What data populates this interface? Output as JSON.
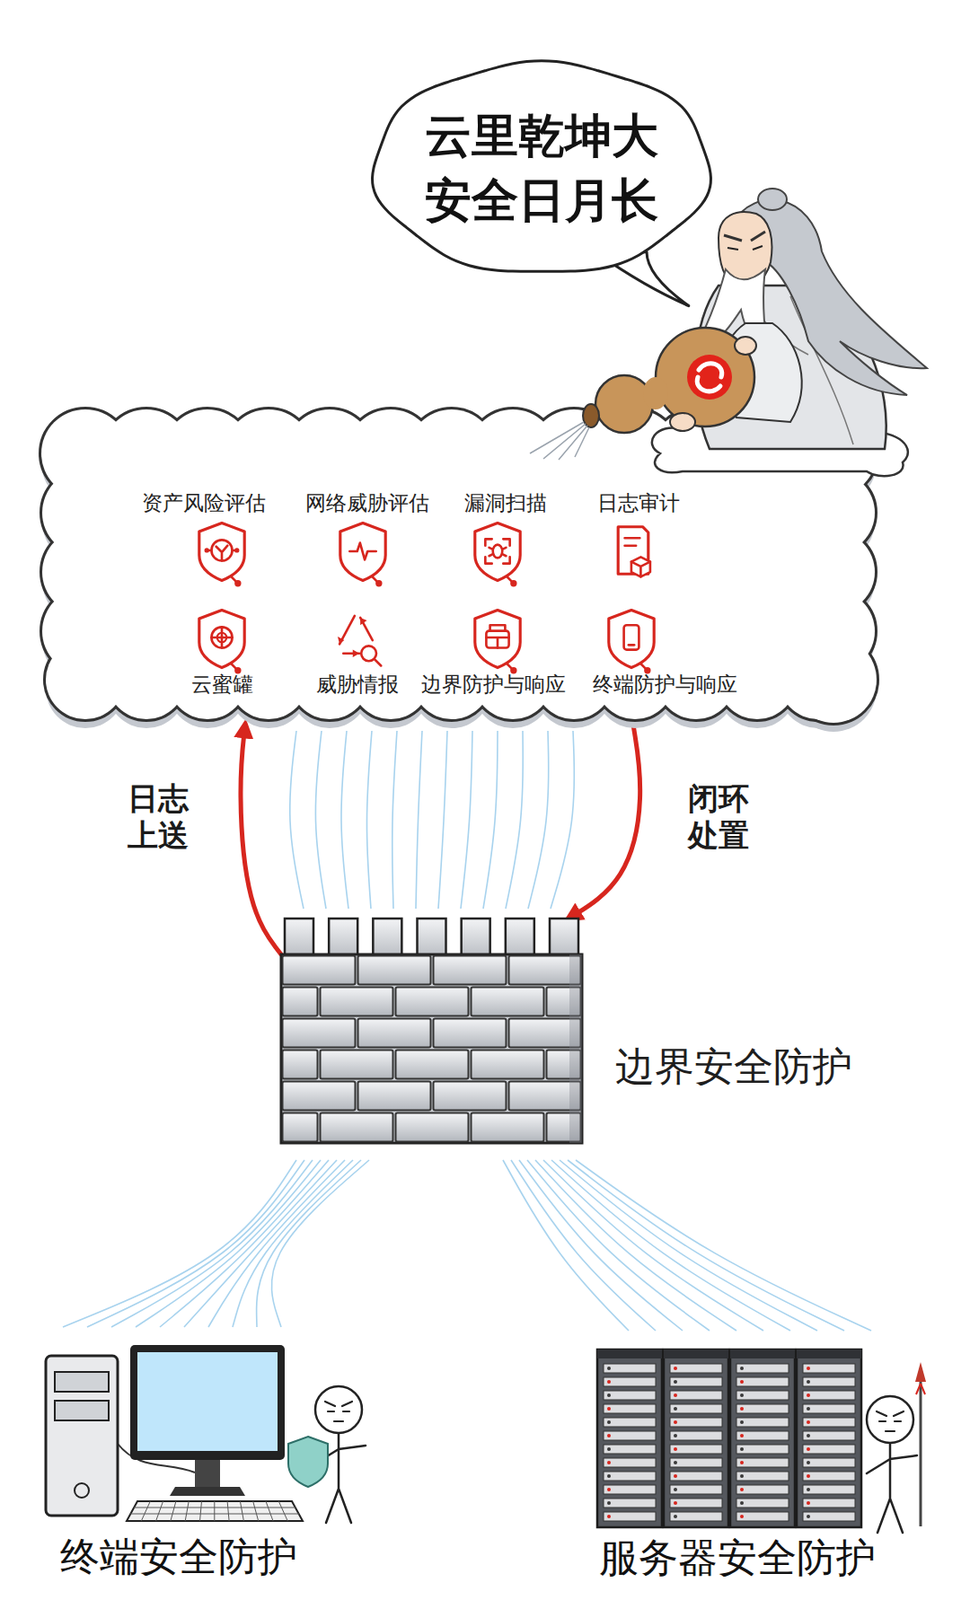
{
  "diagram": {
    "nodes": [
      {
        "text": [
          "云里乾坤大 安全日月长"
        ]
      },
      {
        "text": [
          "资产风险评估",
          "网络威胁评估",
          "漏洞扫描",
          "日志审计",
          "云蜜罐",
          "威胁情报",
          "边界防护与响应",
          "终端防护与响应"
        ]
      },
      {
        "text": [
          "边界安全防护"
        ]
      },
      {
        "text": [
          "终端安全防护"
        ]
      },
      {
        "text": [
          "服务器安全防护"
        ]
      }
    ],
    "edges": [
      {
        "from": 2,
        "to": 1,
        "label": "日志上送",
        "arrow": "to"
      },
      {
        "from": 1,
        "to": 2,
        "label": "闭环处置",
        "arrow": "to"
      }
    ]
  }
}
